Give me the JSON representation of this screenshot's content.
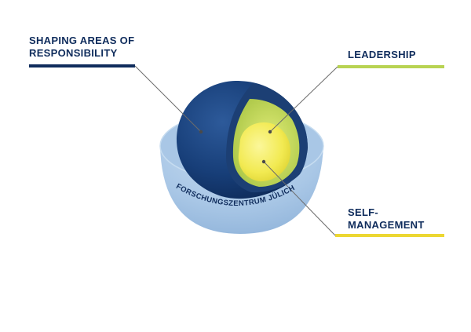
{
  "labels": {
    "responsibility": {
      "line1": "SHAPING AREAS OF",
      "line2": "RESPONSIBILITY"
    },
    "leadership": "LEADERSHIP",
    "self_management": {
      "line1": "SELF-",
      "line2": "MANAGEMENT"
    }
  },
  "brand": {
    "text": "FORSCHUNGSZENTRUM JÜLICH"
  },
  "colors": {
    "navy": "#0f2c5c",
    "light_blue": "#a9c7e6",
    "lime": "#b8d352",
    "yellow": "#ecd732"
  }
}
